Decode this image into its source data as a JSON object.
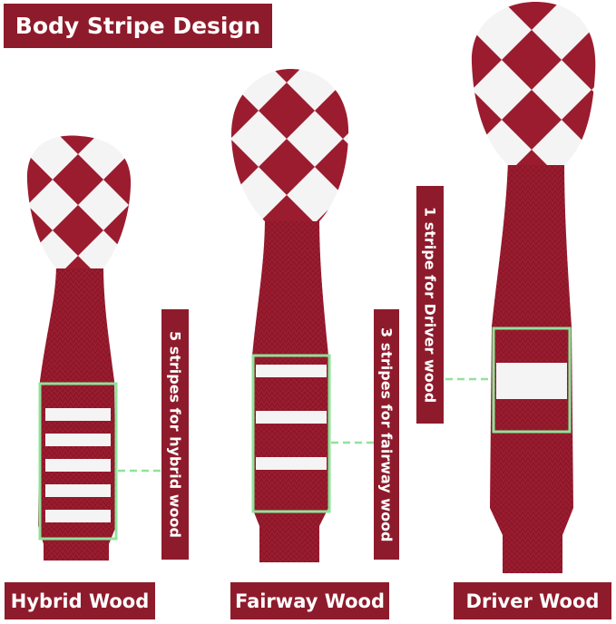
{
  "title": "Body Stripe Design",
  "covers": [
    {
      "name": "Hybrid Wood",
      "stripe_note": "5 stripes for hybrid wood",
      "stripes": 5
    },
    {
      "name": "Fairway Wood",
      "stripe_note": "3 stripes for fairway wood",
      "stripes": 3
    },
    {
      "name": "Driver Wood",
      "stripe_note": "1 stripe for Driver wood",
      "stripes": 1
    }
  ],
  "colors": {
    "knit_red": "#9b1c2f",
    "knit_white": "#f4f4f4",
    "banner": "#8e1b2b",
    "highlight_box": "#8fe39a",
    "text": "#ffffff"
  }
}
